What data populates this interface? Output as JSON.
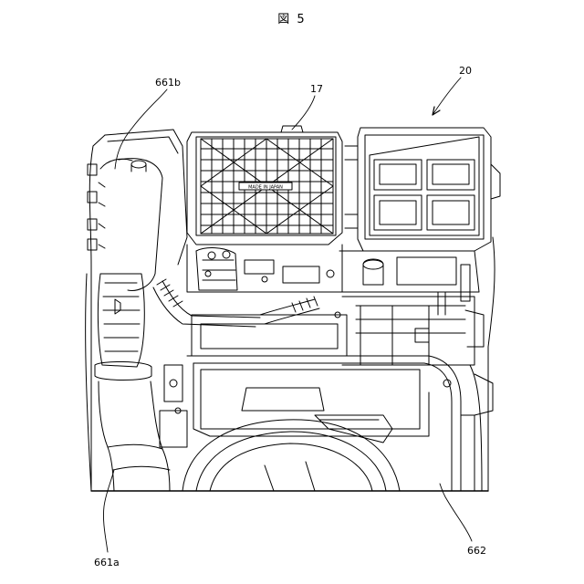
{
  "figure": {
    "title": "図 5",
    "labels": {
      "l661b": "661b",
      "l17": "17",
      "l20": "20",
      "l661a": "661a",
      "l662": "662"
    },
    "inline_marking": "MADE IN JAPAN"
  },
  "colors": {
    "ink": "#000000",
    "paper": "#ffffff"
  }
}
